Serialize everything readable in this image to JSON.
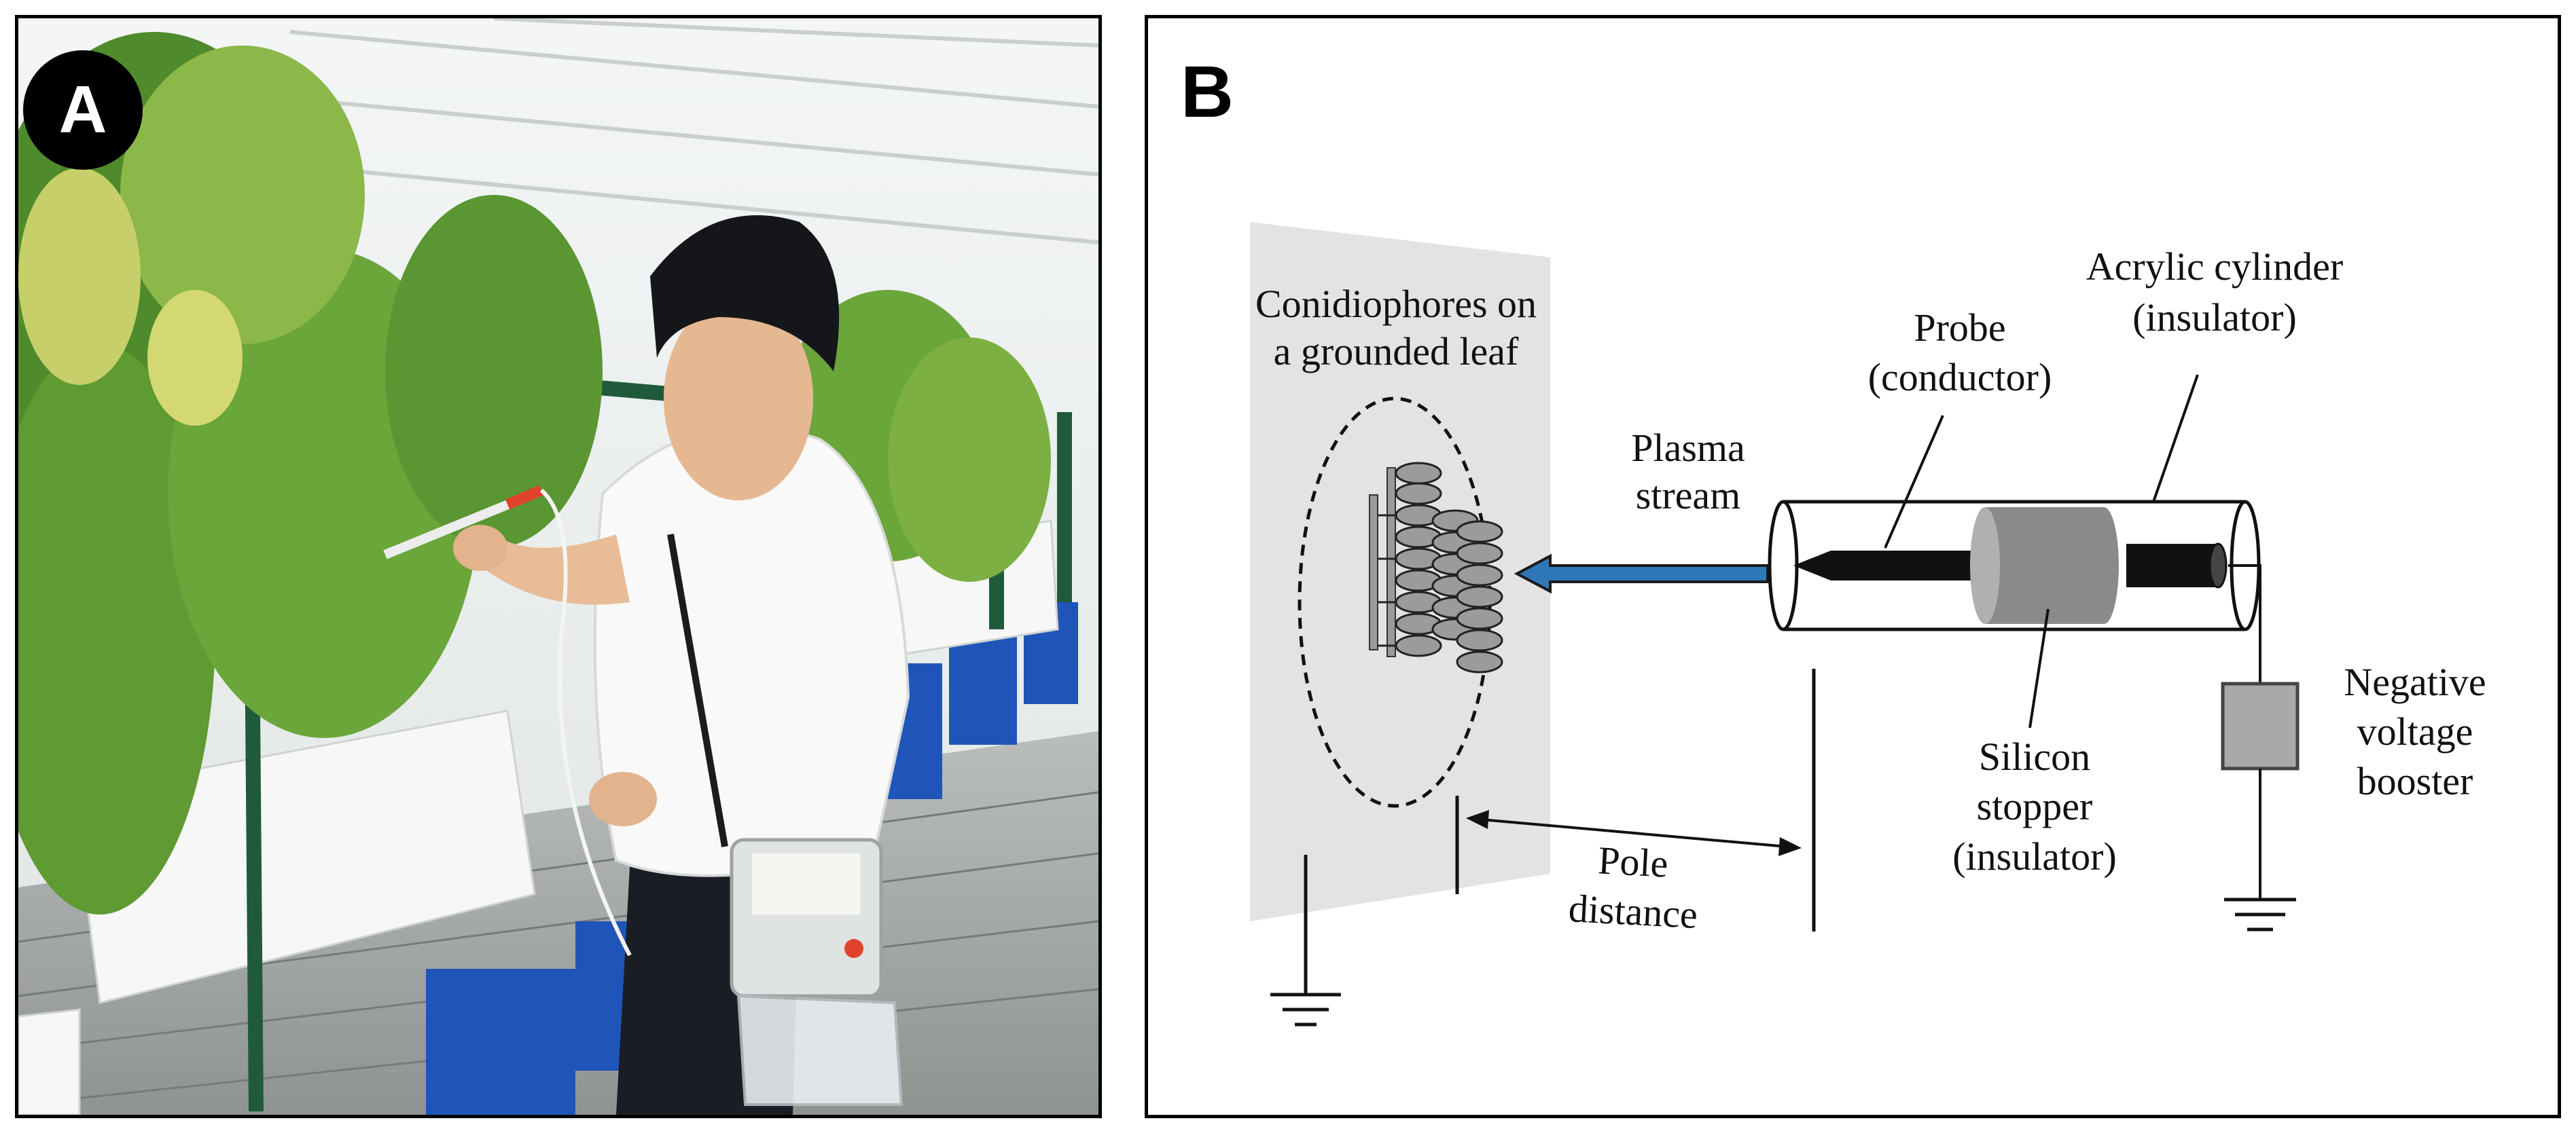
{
  "panel_a": {
    "letter": "A"
  },
  "panel_b": {
    "letter": "B",
    "labels": {
      "conidiophores_line1": "Conidiophores on",
      "conidiophores_line2": "a grounded leaf",
      "plasma_line1": "Plasma",
      "plasma_line2": "stream",
      "probe_line1": "Probe",
      "probe_line2": "(conductor)",
      "acrylic_line1": "Acrylic cylinder",
      "acrylic_line2": "(insulator)",
      "silicon_line1": "Silicon",
      "silicon_line2": "stopper",
      "silicon_line3": "(insulator)",
      "booster_line1": "Negative",
      "booster_line2": "voltage",
      "booster_line3": "booster",
      "pole_line1": "Pole",
      "pole_line2": "distance"
    },
    "colors": {
      "arrow_blue": "#2f78b8",
      "leaf_gray": "#e3e3e3",
      "conidia_gray": "#9b9b9b",
      "stopper_gray": "#8a8a8a",
      "booster_gray": "#a8a8a8"
    }
  }
}
